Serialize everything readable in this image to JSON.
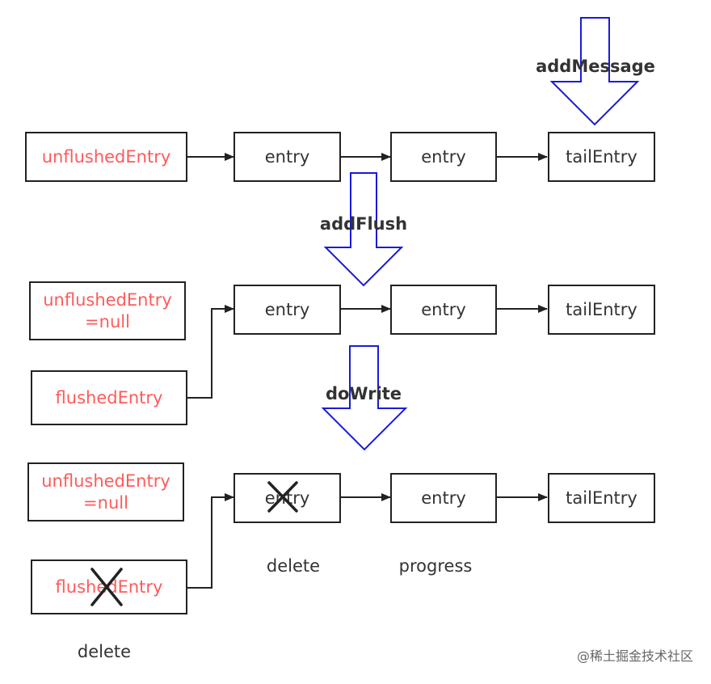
{
  "stage1": {
    "unflushed": "unflushedEntry",
    "entry1": "entry",
    "entry2": "entry",
    "tail": "tailEntry",
    "op_label": "addMessage"
  },
  "stage2": {
    "op_label": "addFlush",
    "unflushed_line1": "unflushedEntry",
    "unflushed_line2": "=null",
    "flushed": "flushedEntry",
    "entry1": "entry",
    "entry2": "entry",
    "tail": "tailEntry"
  },
  "stage3": {
    "op_label": "doWrite",
    "unflushed_line1": "unflushedEntry",
    "unflushed_line2": "=null",
    "flushed": "flushedEntry",
    "entry1": "entry",
    "entry2": "entry",
    "tail": "tailEntry",
    "note_entry1": "delete",
    "note_entry2": "progress",
    "note_flushed": "delete"
  },
  "watermark": "@稀土掘金技术社区",
  "colors": {
    "box_border": "#222222",
    "entry_text": "#333333",
    "pointer_text": "#ff5a5a",
    "op_arrow": "#1a1adb",
    "connector": "#222222",
    "delete_mark": "#222222"
  }
}
